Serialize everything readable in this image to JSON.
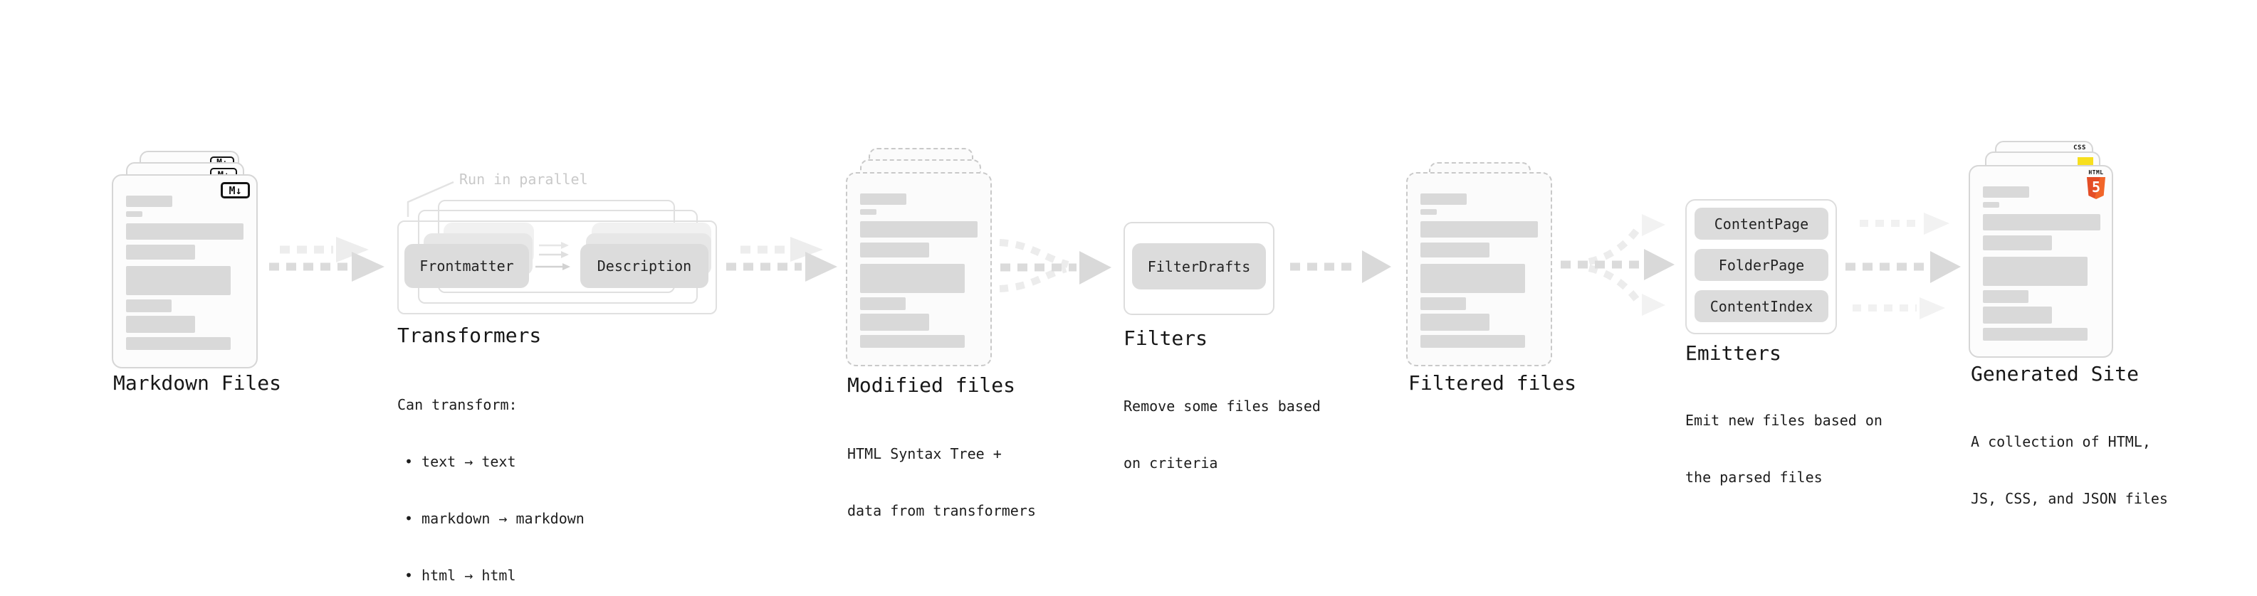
{
  "ui": {
    "bullet": "•"
  },
  "colors": {
    "html5_orange": "#e44d26",
    "html5_orange_light": "#f16529",
    "js_yellow": "#f7df1e",
    "css_blue": "#2965f1",
    "bar_gray": "#d9d9d9",
    "arrow_gray": "#dbdbdb",
    "arrow_light": "#ededed"
  },
  "pipeline": {
    "markdown_files": {
      "label": "Markdown Files",
      "badge": "M↓"
    },
    "transformers": {
      "annotation": "Run in parallel",
      "step_from": "Frontmatter",
      "step_to": "Description",
      "label": "Transformers",
      "sub_heading": "Can transform:",
      "bullets": [
        "text → text",
        "markdown → markdown",
        "html → html"
      ]
    },
    "modified_files": {
      "label": "Modified files",
      "sub1": "HTML Syntax Tree +",
      "sub2": "data from transformers"
    },
    "filters": {
      "step": "FilterDrafts",
      "label": "Filters",
      "sub1": "Remove some files based",
      "sub2": "on criteria"
    },
    "filtered_files": {
      "label": "Filtered files"
    },
    "emitters": {
      "items": [
        "ContentPage",
        "FolderPage",
        "ContentIndex"
      ],
      "label": "Emitters",
      "sub1": "Emit new files based on",
      "sub2": "the parsed files"
    },
    "generated_site": {
      "label": "Generated Site",
      "sub1": "A collection of HTML,",
      "sub2": "JS, CSS, and JSON files",
      "css_badge": "CSS",
      "html_badge_title": "HTML",
      "html_badge_number": "5"
    }
  }
}
